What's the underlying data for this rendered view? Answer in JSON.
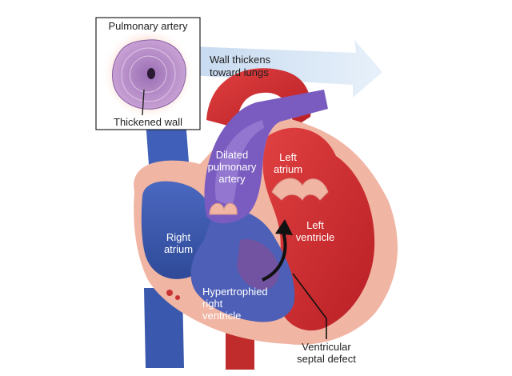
{
  "inset": {
    "title": "Pulmonary artery",
    "caption": "Thickened wall"
  },
  "arrow_note": {
    "line1": "Wall thickens",
    "line2": "toward lungs"
  },
  "labels": {
    "dilated_pa": [
      "Dilated",
      "pulmonary",
      "artery"
    ],
    "left_atrium": [
      "Left",
      "atrium"
    ],
    "left_ventricle": [
      "Left",
      "ventricle"
    ],
    "right_atrium": [
      "Right",
      "atrium"
    ],
    "right_ventricle": [
      "Hypertrophied",
      "right",
      "ventricle"
    ],
    "vsd": [
      "Ventricular",
      "septal defect"
    ]
  },
  "colors": {
    "venous_blue": "#3d5bb0",
    "arterial_red": "#d42a2a",
    "pulmonary_purple": "#7a5cc0",
    "muscle_pink": "#f2b7a6",
    "aorta_red": "#c83030",
    "inset_wall": "#b58ac7",
    "note_arrow": "#cfe2f4"
  }
}
